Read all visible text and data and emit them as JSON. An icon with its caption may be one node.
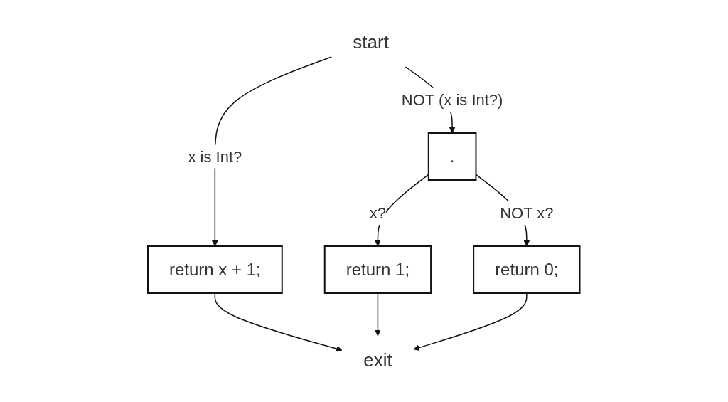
{
  "diagram": {
    "nodes": [
      {
        "text": [
          "start"
        ]
      },
      {
        "text": [
          "return x + 1;"
        ]
      },
      {
        "text": [
          "."
        ]
      },
      {
        "text": [
          "return 1;"
        ]
      },
      {
        "text": [
          "return 0;"
        ]
      },
      {
        "text": [
          "exit"
        ]
      }
    ],
    "edges": [
      {
        "from": 0,
        "to": 1,
        "label": "x is Int?",
        "arrow": "to"
      },
      {
        "from": 0,
        "to": 2,
        "label": "NOT (x is Int?)",
        "arrow": "to"
      },
      {
        "from": 2,
        "to": 3,
        "label": "x?",
        "arrow": "to"
      },
      {
        "from": 2,
        "to": 4,
        "label": "NOT x?",
        "arrow": "to"
      },
      {
        "from": 1,
        "to": 5,
        "arrow": "to"
      },
      {
        "from": 3,
        "to": 5,
        "arrow": "to"
      },
      {
        "from": 4,
        "to": 5,
        "arrow": "to"
      }
    ]
  }
}
